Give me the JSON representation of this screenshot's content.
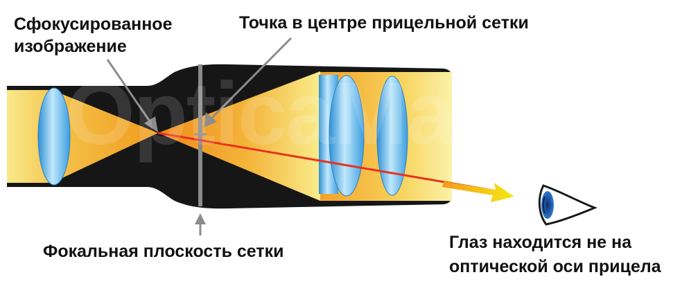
{
  "labels": {
    "focused_image_line1": "Сфокусированное",
    "focused_image_line2": "изображение",
    "reticle_center_dot": "Точка в центре прицельной сетки",
    "reticle_focal_plane": "Фокальная плоскость сетки",
    "eye_off_axis_line1": "Глаз находится не на",
    "eye_off_axis_line2": "оптической оси прицела"
  },
  "watermark": "OpticaMarket",
  "colors": {
    "scope_body": "#1a1a1a",
    "light_orange": "#f7931e",
    "light_yellow": "#f5e66a",
    "lens": "#6ec6ee",
    "reticle": "#8a8a8a",
    "off_axis_ray": "#e8311f",
    "exit_arrow": "#f0e020",
    "pointer_arrows": "#8c8c8c"
  },
  "icons": {
    "eye": "eye-icon"
  }
}
